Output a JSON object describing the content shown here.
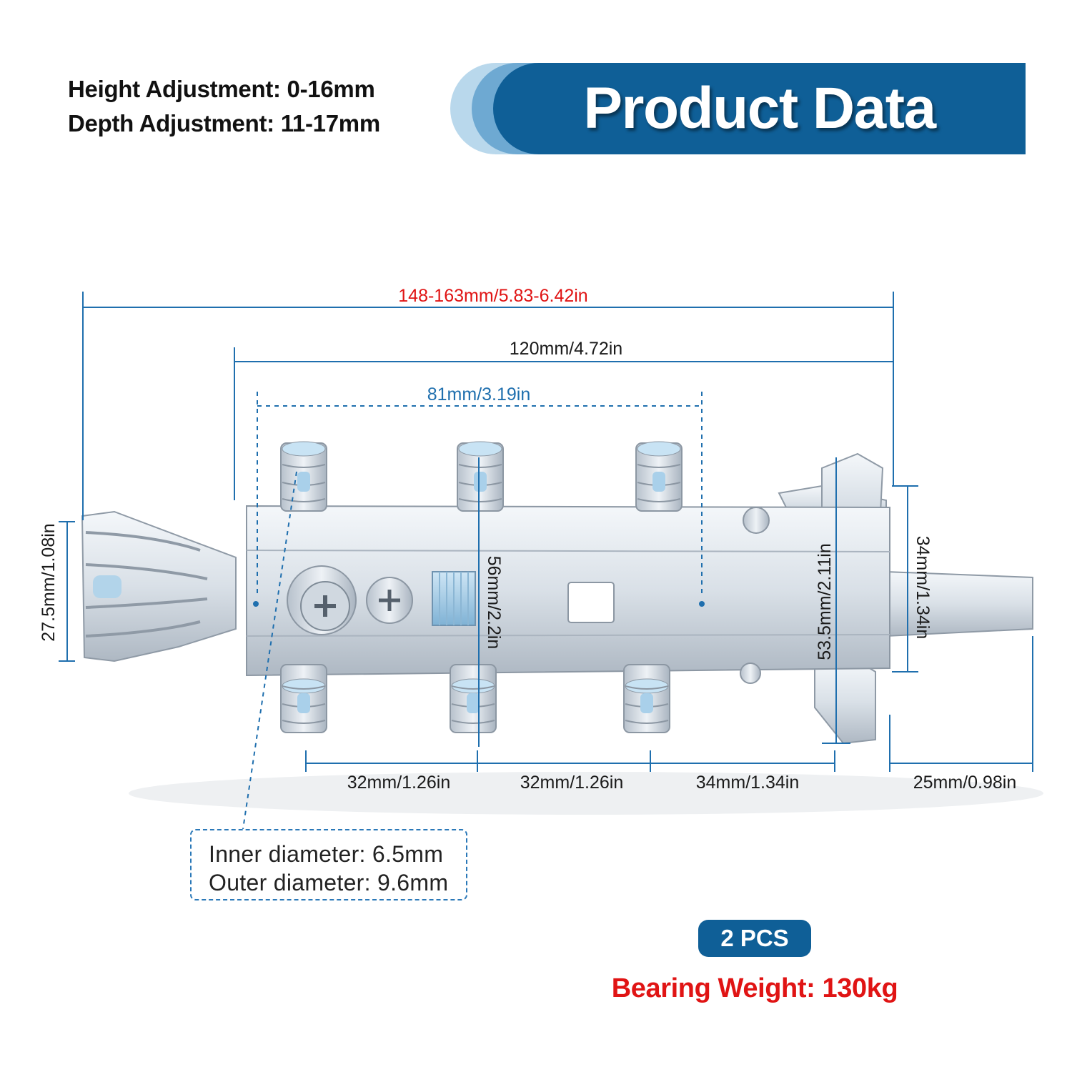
{
  "specs": {
    "height": "Height Adjustment: 0-16mm",
    "depth": "Depth Adjustment: 11-17mm"
  },
  "banner": {
    "title": "Product Data"
  },
  "dimensions": {
    "overall_length": "148-163mm/5.83-6.42in",
    "body_length": "120mm/4.72in",
    "hole_span": "81mm/3.19in",
    "center_height": "56mm/2.2in",
    "left_clip_height": "27.5mm/1.08in",
    "right_height": "53.5mm/2.11in",
    "hook_height": "34mm/1.34in",
    "gap_1": "32mm/1.26in",
    "gap_2": "32mm/1.26in",
    "gap_3": "34mm/1.34in",
    "tail_length": "25mm/0.98in"
  },
  "info_box": {
    "inner": "Inner diameter: 6.5mm",
    "outer": "Outer diameter: 9.6mm"
  },
  "quantity": "2 PCS",
  "bearing_weight": "Bearing Weight: 130kg",
  "colors": {
    "banner_blue": "#0f5f97",
    "dimension_red": "#e01414",
    "dimension_blue": "#1f6fae"
  }
}
